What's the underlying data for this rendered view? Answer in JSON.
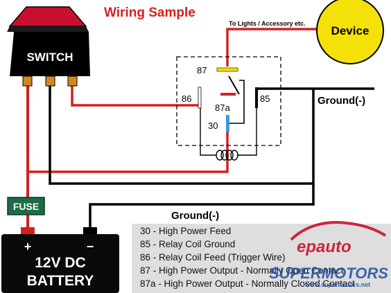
{
  "title": "Wiring Sample",
  "switch": {
    "label": "SWITCH"
  },
  "device": {
    "label": "Device",
    "feed_label": "To Lights / Accessory etc."
  },
  "relay": {
    "pin_87": "87",
    "pin_86": "86",
    "pin_87a": "87a",
    "pin_85": "85",
    "pin_30": "30"
  },
  "grounds": {
    "right": "Ground(-)",
    "bottom": "Ground(-)"
  },
  "fuse": {
    "label": "FUSE"
  },
  "battery": {
    "line1": "12V DC",
    "line2": "BATTERY",
    "plus": "+",
    "minus": "−"
  },
  "legend": [
    "30 - High Power Feed",
    "85 - Relay Coil Ground",
    "86 - Relay Coil Feed  (Trigger Wire)",
    "87 - High Power Output - Normally Open Contact",
    "87a - High Power Output - Normally Closed Contact"
  ],
  "watermarks": {
    "logo": "epauto",
    "brand": "SUPERMOTORS",
    "url": "www.supermotors.net"
  },
  "colors": {
    "title_red": "#d42020",
    "wire_red": "#d42020",
    "wire_black": "#000000",
    "device_yellow": "#f5e10a",
    "fuse_green": "#1d6b47",
    "relay_pin87": "#f5e10a",
    "relay_pin30": "#3a9bd8",
    "switch_rocker": "#c8102e",
    "legend_bg": "#dedede",
    "watermark_blue": "#1e4fa0"
  }
}
